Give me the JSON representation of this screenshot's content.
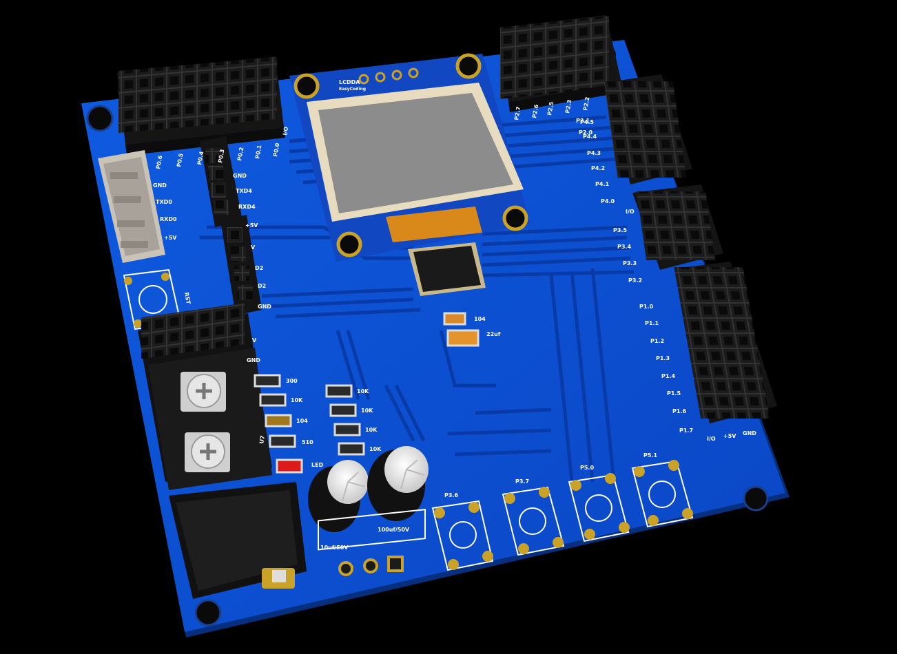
{
  "colors": {
    "background": "#000000",
    "pcb_blue": "#0b4fcf",
    "pcb_edge": "#062f7d",
    "trace_blue": "#0a43b2",
    "header_black": "#1a1a1a",
    "gold": "#c9a227",
    "oled_frame": "#e8dcc0",
    "oled_screen": "#8a8a8a",
    "flex_cable": "#d9891a",
    "silkscreen": "#ffffff"
  },
  "header_top_left": {
    "labels": [
      "P0.6",
      "P0.5",
      "P0.4",
      "P0.3",
      "P0.2",
      "P0.1",
      "P0.0",
      "I/O"
    ]
  },
  "header_top_right": {
    "labels": [
      "P2.7",
      "P2.6",
      "P2.5",
      "P2.3",
      "P2.2",
      "P2.1",
      "P2.0"
    ]
  },
  "header_right_upper": {
    "labels": [
      "P4.5",
      "P4.4",
      "P4.3",
      "P4.2",
      "P4.1",
      "P4.0",
      "I/O"
    ]
  },
  "header_right_middle": {
    "labels": [
      "P3.5",
      "P3.4",
      "P3.3",
      "P3.2"
    ]
  },
  "header_right_lower": {
    "labels": [
      "P1.0",
      "P1.1",
      "P1.2",
      "P1.3",
      "P1.4",
      "P1.5",
      "P1.6",
      "P1.7"
    ]
  },
  "bottom_right_labels": [
    "I/O",
    "+5V",
    "GND"
  ],
  "uart_connector": {
    "labels": [
      "GND",
      "TXD0",
      "RXD0",
      "+5V"
    ]
  },
  "middle_header_labels": [
    "GND",
    "TXD4",
    "RXD4",
    "+5V",
    "V",
    "D2",
    "D2",
    "GND",
    "V",
    "GND"
  ],
  "reset_button": {
    "label": "RST"
  },
  "oled_module": {
    "logo_text": "LCDDA",
    "logo_sub": "EasyCoding"
  },
  "near_mcu_components": {
    "cap_small": "104",
    "cap_big": "22uf"
  },
  "resistors_left": [
    "300",
    "10K",
    "104",
    "510"
  ],
  "resistors_right": [
    "10K",
    "10K",
    "10K",
    "10K"
  ],
  "led": {
    "label": "LED",
    "designator": "U7"
  },
  "capacitors": {
    "c1": "10uf/50V",
    "c2": "100uf/50V"
  },
  "tact_buttons": [
    "P3.6",
    "P3.7",
    "P5.0",
    "P5.1"
  ]
}
